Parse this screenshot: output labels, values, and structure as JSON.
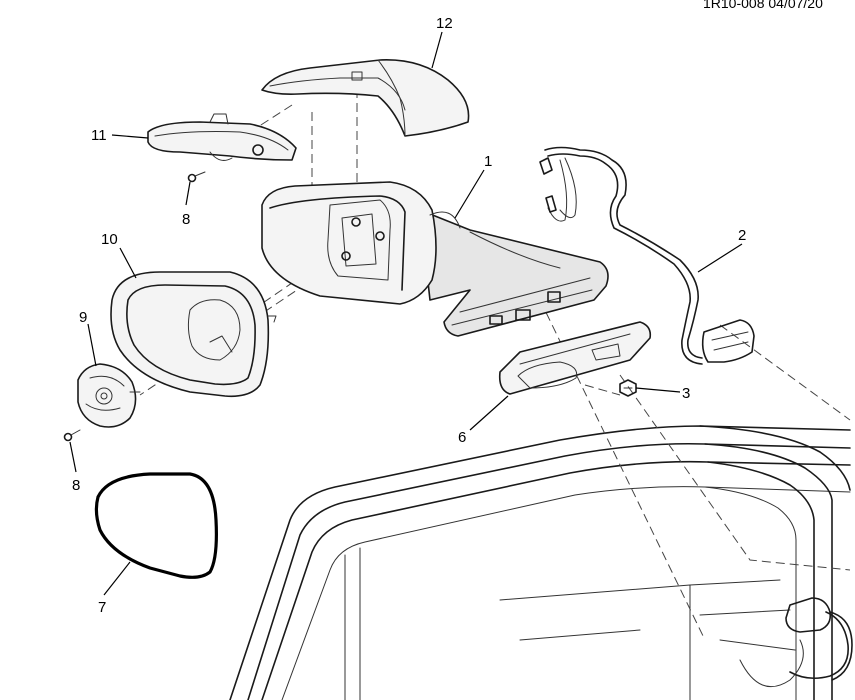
{
  "document_id": "1R10-008  04/07/20",
  "callouts": {
    "c1": "1",
    "c2": "2",
    "c3": "3",
    "c6": "6",
    "c7": "7",
    "c8a": "8",
    "c8b": "8",
    "c9": "9",
    "c10": "10",
    "c11": "11",
    "c12": "12"
  }
}
